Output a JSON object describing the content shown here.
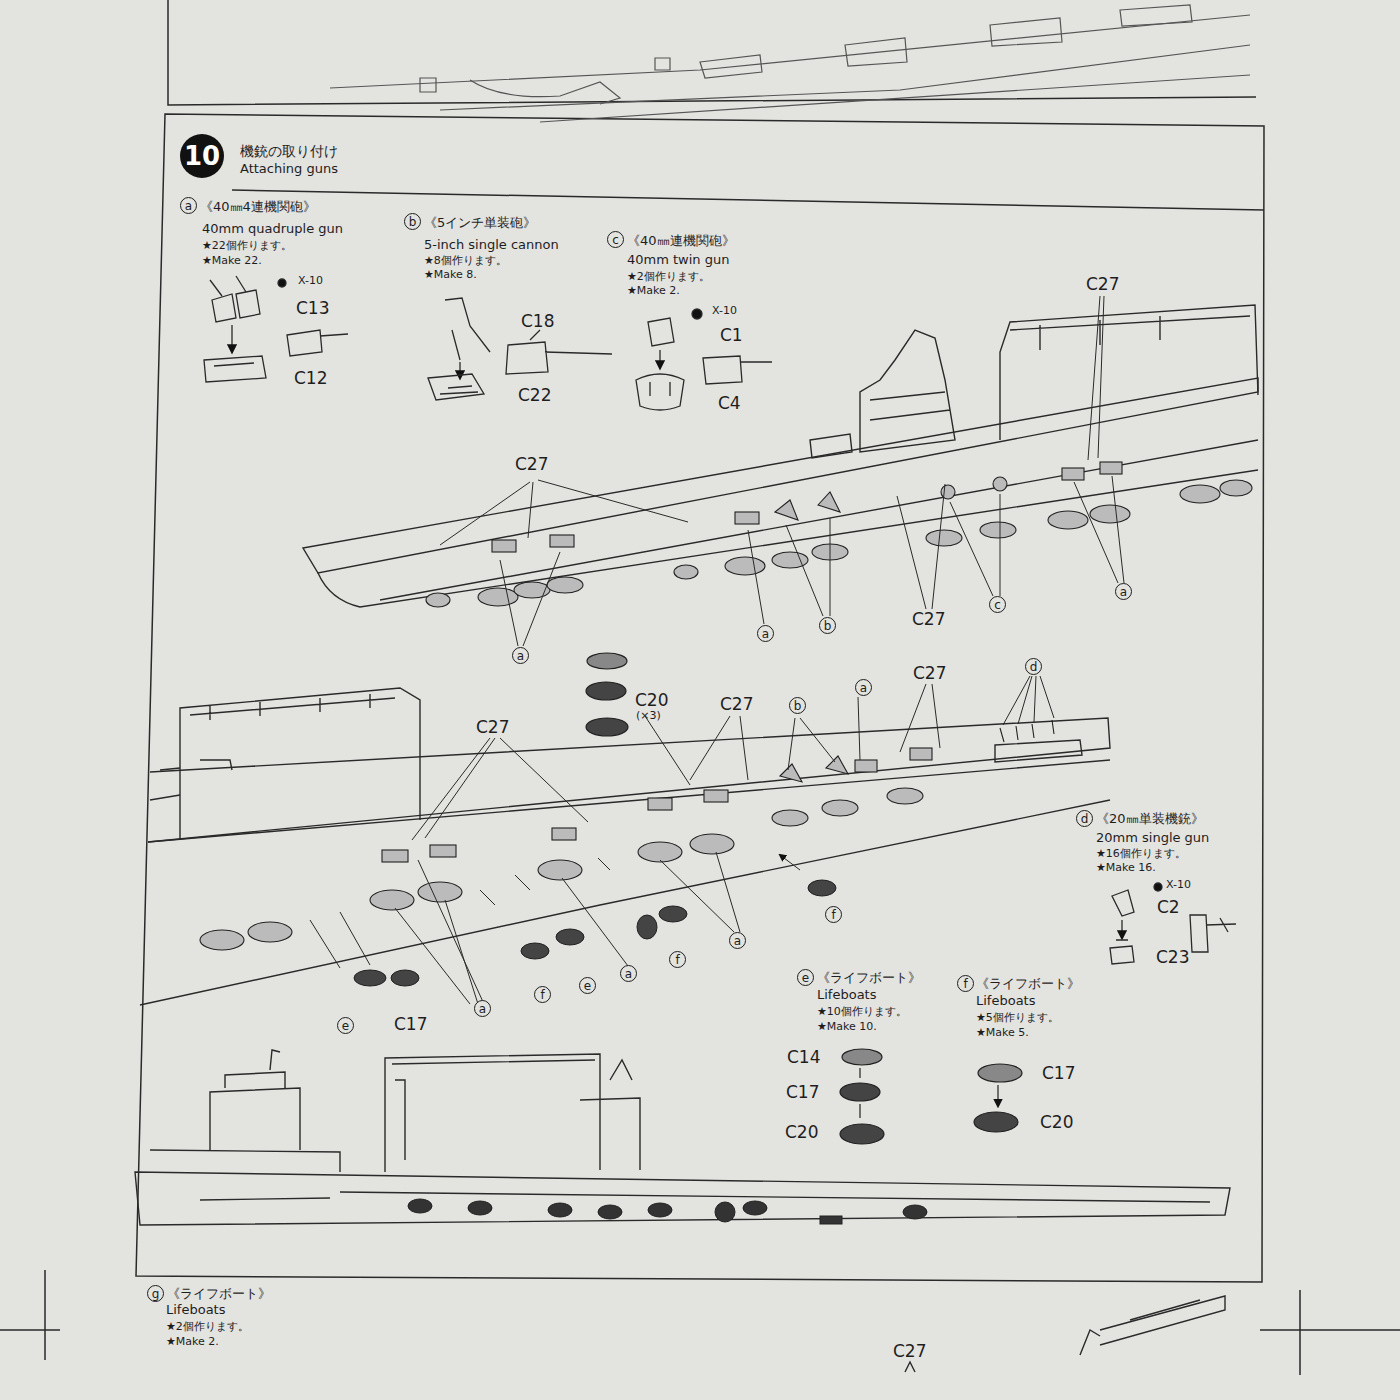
{
  "diagram": {
    "title": "機銃の取り付け",
    "nodes": [
      {
        "text": [
          "10"
        ]
      }
    ],
    "edges": [],
    "labels": [
      "Attaching guns",
      "a",
      "《40㎜4連機関砲》",
      "40mm quadruple gun",
      "★22個作ります。",
      "★Make 22.",
      "X-10",
      "C13",
      "C12",
      "b",
      "《5インチ単装砲》",
      "5-inch single cannon",
      "★8個作ります。",
      "★Make 8.",
      "C18",
      "C22",
      "c",
      "《40㎜連機関砲》",
      "40mm twin gun",
      "★2個作ります。",
      "★Make 2.",
      "X-10",
      "C1",
      "C4",
      "C27",
      "C27",
      "a",
      "a",
      "b",
      "C27",
      "c",
      "a",
      "C20",
      "(×3)",
      "C27",
      "C27",
      "b",
      "a",
      "C27",
      "d",
      "f",
      "a",
      "f",
      "a",
      "e",
      "f",
      "a",
      "e",
      "C17",
      "d",
      "《20㎜単装機銃》",
      "20mm single gun",
      "★16個作ります。",
      "★Make 16.",
      "X-10",
      "C2",
      "C23",
      "e",
      "《ライフボート》",
      "Lifeboats",
      "★10個作ります。",
      "★Make 10.",
      "C14",
      "C17",
      "C20",
      "f",
      "《ライフボート》",
      "Lifeboats",
      "★5個作ります。",
      "★Make 5.",
      "C17",
      "C20",
      "g",
      "《ライフボート》",
      "Lifeboats",
      "★2個作ります。",
      "★Make 2.",
      "C27"
    ]
  }
}
